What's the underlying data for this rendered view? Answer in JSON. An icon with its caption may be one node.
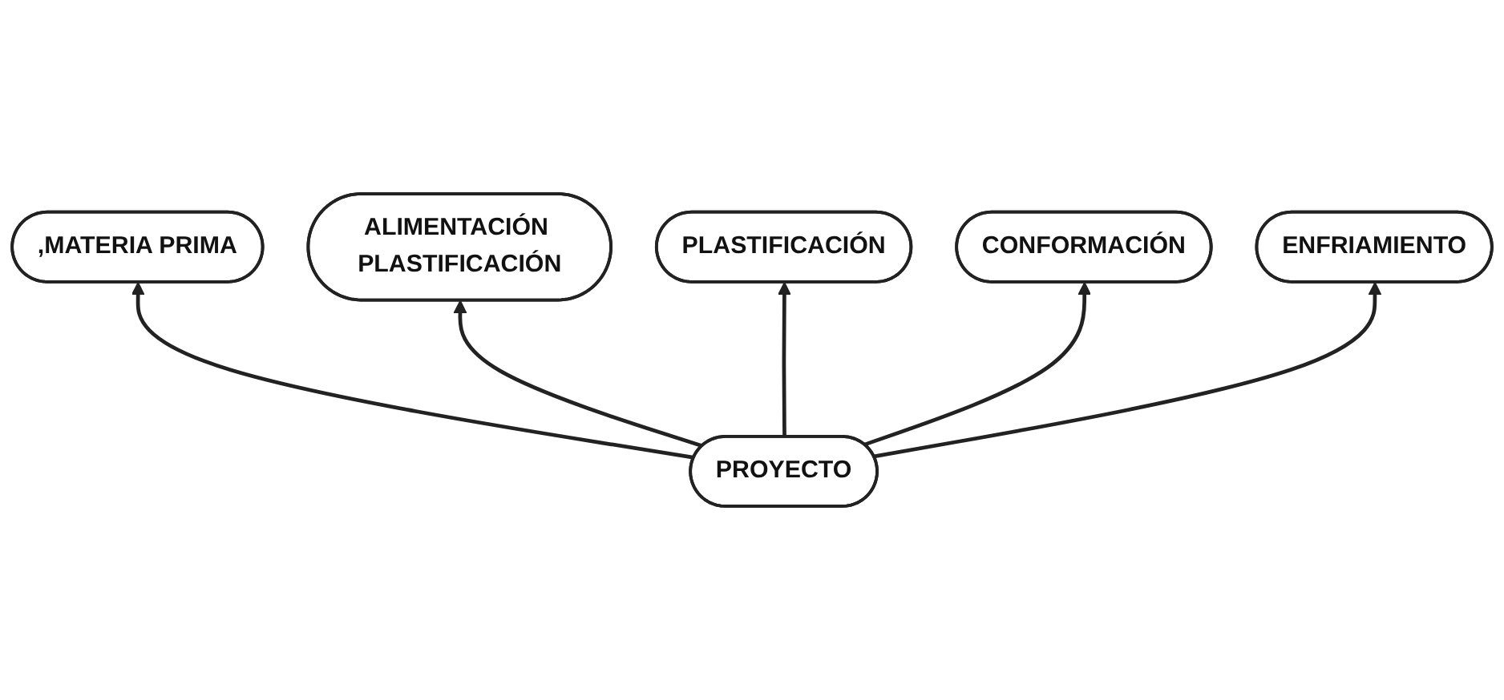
{
  "diagram": {
    "nodes": [
      {
        "text": [
          "ALIMENTACIÓN PLASTIFICACIÓN"
        ]
      },
      {
        "text": [
          "PLASTIFICACIÓN"
        ]
      },
      {
        "text": [
          "CONFORMACIÓN"
        ]
      },
      {
        "text": [
          "ENFRIAMIENTO"
        ]
      },
      {
        "text": [
          ",MATERIA PRIMA"
        ]
      },
      {
        "text": [
          "PROYECTO"
        ]
      }
    ],
    "edges": [
      {
        "from": 5,
        "to": 4,
        "arrow": "to"
      },
      {
        "from": 5,
        "to": 0,
        "arrow": "to"
      },
      {
        "from": 5,
        "to": 1,
        "arrow": "to"
      },
      {
        "from": 5,
        "to": 2,
        "arrow": "to"
      },
      {
        "from": 5,
        "to": 3,
        "arrow": "to"
      }
    ]
  }
}
